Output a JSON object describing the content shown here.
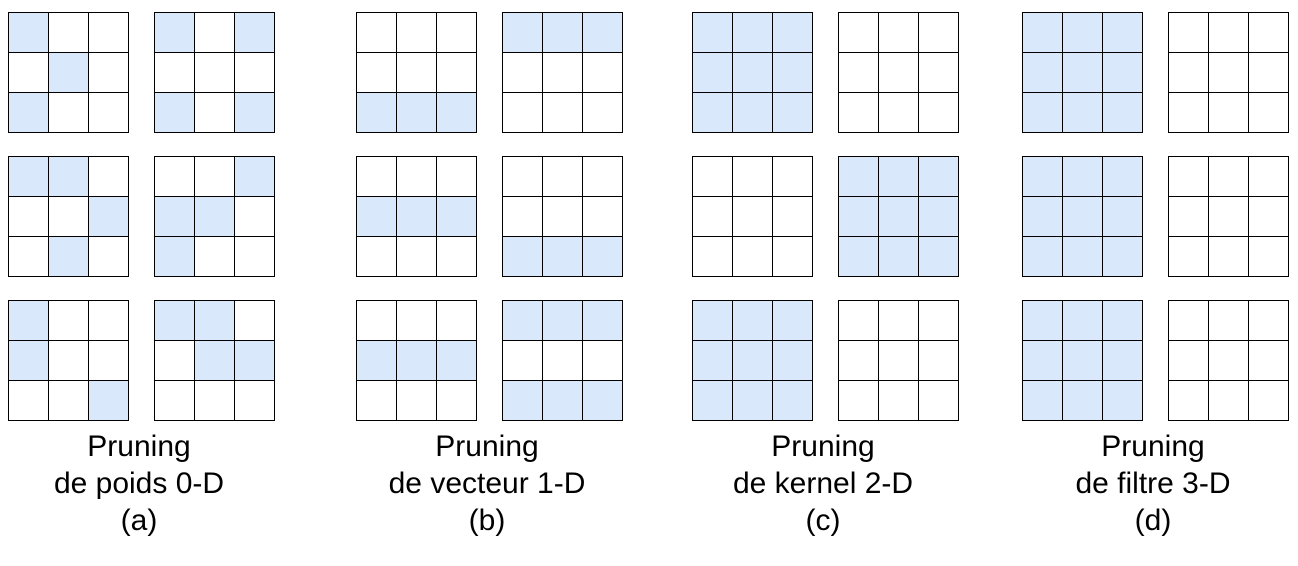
{
  "colors": {
    "highlight": "#dae8fc",
    "line": "#000000",
    "background": "#ffffff"
  },
  "panels": [
    {
      "title": "Pruning",
      "subtitle": "de poids 0-D",
      "label": "(a)",
      "grids": [
        [
          [
            1,
            0,
            0
          ],
          [
            0,
            1,
            0
          ],
          [
            1,
            0,
            0
          ]
        ],
        [
          [
            1,
            0,
            1
          ],
          [
            0,
            0,
            0
          ],
          [
            1,
            0,
            1
          ]
        ],
        [
          [
            1,
            1,
            0
          ],
          [
            0,
            0,
            1
          ],
          [
            0,
            1,
            0
          ]
        ],
        [
          [
            0,
            0,
            1
          ],
          [
            1,
            1,
            0
          ],
          [
            1,
            0,
            0
          ]
        ],
        [
          [
            1,
            0,
            0
          ],
          [
            1,
            0,
            0
          ],
          [
            0,
            0,
            1
          ]
        ],
        [
          [
            1,
            1,
            0
          ],
          [
            0,
            1,
            1
          ],
          [
            0,
            0,
            0
          ]
        ]
      ]
    },
    {
      "title": "Pruning",
      "subtitle": "de vecteur 1-D",
      "label": "(b)",
      "grids": [
        [
          [
            0,
            0,
            0
          ],
          [
            0,
            0,
            0
          ],
          [
            1,
            1,
            1
          ]
        ],
        [
          [
            1,
            1,
            1
          ],
          [
            0,
            0,
            0
          ],
          [
            0,
            0,
            0
          ]
        ],
        [
          [
            0,
            0,
            0
          ],
          [
            1,
            1,
            1
          ],
          [
            0,
            0,
            0
          ]
        ],
        [
          [
            0,
            0,
            0
          ],
          [
            0,
            0,
            0
          ],
          [
            1,
            1,
            1
          ]
        ],
        [
          [
            0,
            0,
            0
          ],
          [
            1,
            1,
            1
          ],
          [
            0,
            0,
            0
          ]
        ],
        [
          [
            1,
            1,
            1
          ],
          [
            0,
            0,
            0
          ],
          [
            1,
            1,
            1
          ]
        ]
      ]
    },
    {
      "title": "Pruning",
      "subtitle": "de kernel 2-D",
      "label": "(c)",
      "grids": [
        [
          [
            1,
            1,
            1
          ],
          [
            1,
            1,
            1
          ],
          [
            1,
            1,
            1
          ]
        ],
        [
          [
            0,
            0,
            0
          ],
          [
            0,
            0,
            0
          ],
          [
            0,
            0,
            0
          ]
        ],
        [
          [
            0,
            0,
            0
          ],
          [
            0,
            0,
            0
          ],
          [
            0,
            0,
            0
          ]
        ],
        [
          [
            1,
            1,
            1
          ],
          [
            1,
            1,
            1
          ],
          [
            1,
            1,
            1
          ]
        ],
        [
          [
            1,
            1,
            1
          ],
          [
            1,
            1,
            1
          ],
          [
            1,
            1,
            1
          ]
        ],
        [
          [
            0,
            0,
            0
          ],
          [
            0,
            0,
            0
          ],
          [
            0,
            0,
            0
          ]
        ]
      ]
    },
    {
      "title": "Pruning",
      "subtitle": "de filtre 3-D",
      "label": "(d)",
      "grids": [
        [
          [
            1,
            1,
            1
          ],
          [
            1,
            1,
            1
          ],
          [
            1,
            1,
            1
          ]
        ],
        [
          [
            0,
            0,
            0
          ],
          [
            0,
            0,
            0
          ],
          [
            0,
            0,
            0
          ]
        ],
        [
          [
            1,
            1,
            1
          ],
          [
            1,
            1,
            1
          ],
          [
            1,
            1,
            1
          ]
        ],
        [
          [
            0,
            0,
            0
          ],
          [
            0,
            0,
            0
          ],
          [
            0,
            0,
            0
          ]
        ],
        [
          [
            1,
            1,
            1
          ],
          [
            1,
            1,
            1
          ],
          [
            1,
            1,
            1
          ]
        ],
        [
          [
            0,
            0,
            0
          ],
          [
            0,
            0,
            0
          ],
          [
            0,
            0,
            0
          ]
        ]
      ]
    }
  ]
}
